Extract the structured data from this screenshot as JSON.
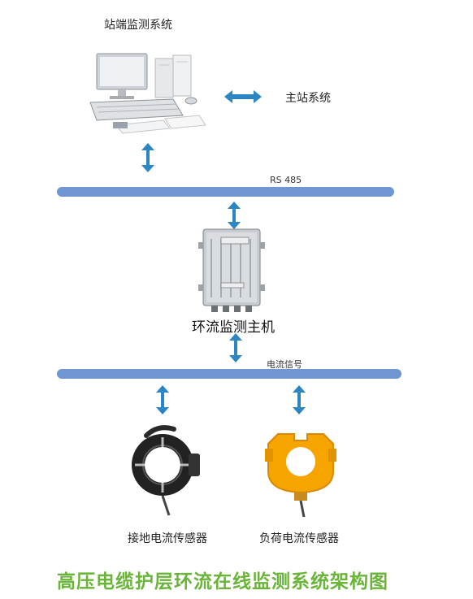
{
  "labels": {
    "station_system": "站端监测系统",
    "master_station": "主站系统",
    "rs485": "RS 485",
    "host": "环流监测主机",
    "current_signal": "电流信号",
    "grounding_sensor": "接地电流传感器",
    "load_sensor": "负荷电流传感器"
  },
  "caption": "高压电缆护层环流在线监测系统架构图",
  "colors": {
    "bus": "#6f96d3",
    "arrow": "#2b86c3",
    "caption": "#6ab43a"
  }
}
